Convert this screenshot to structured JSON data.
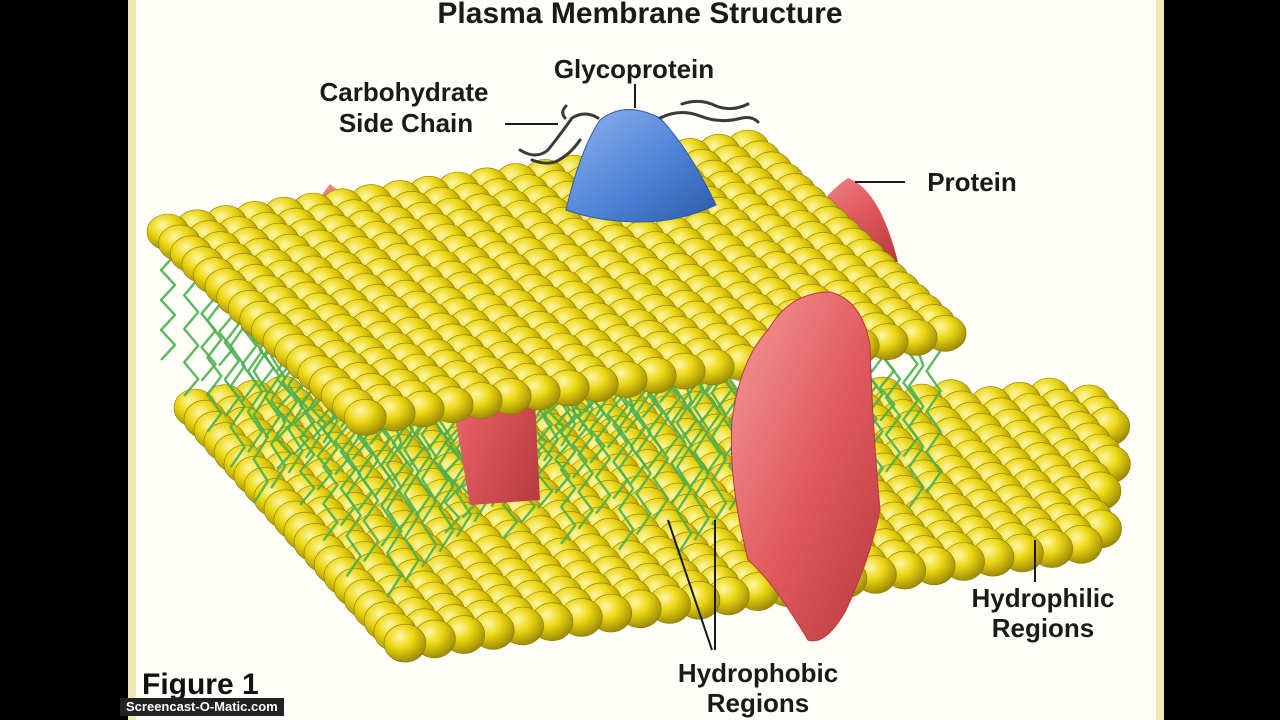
{
  "diagram": {
    "title": "Plasma Membrane Structure",
    "labels": {
      "glycoprotein": "Glycoprotein",
      "carb_line1": "Carbohydrate",
      "carb_line2": "Side Chain",
      "protein": "Protein",
      "hydrophilic_line1": "Hydrophilic",
      "hydrophilic_line2": "Regions",
      "hydrophobic_line1": "Hydrophobic",
      "hydrophobic_line2": "Regions",
      "figure": "Figure 1"
    },
    "colors": {
      "phospholipid_head": "#e8d20e",
      "phospholipid_tail": "#4caf50",
      "protein": "#e25a5e",
      "glycoprotein": "#4a7fd4",
      "carbohydrate_chain": "#3a3a3a"
    }
  },
  "watermark": "Screencast-O-Matic.com"
}
